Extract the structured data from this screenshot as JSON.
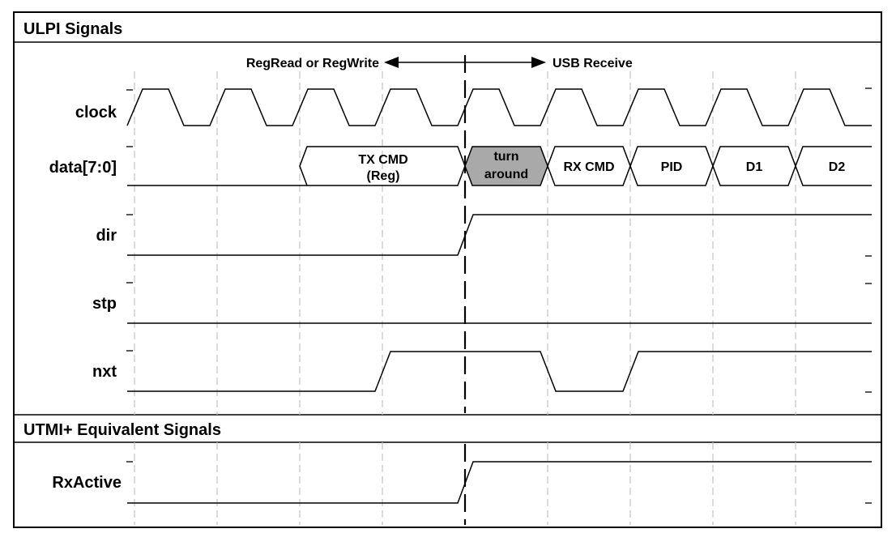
{
  "headers": {
    "ulpi": "ULPI Signals",
    "utmi": "UTMI+ Equivalent Signals"
  },
  "annotations": {
    "left": "RegRead or RegWrite",
    "right": "USB Receive"
  },
  "signals": {
    "clock": "clock",
    "data": "data[7:0]",
    "dir": "dir",
    "stp": "stp",
    "nxt": "nxt",
    "rxactive": "RxActive"
  },
  "data_bus": {
    "tx_cmd": [
      "TX CMD",
      "(Reg)"
    ],
    "turnaround": [
      "turn",
      "around"
    ],
    "rx_cmd": "RX CMD",
    "pid": "PID",
    "d1": "D1",
    "d2": "D2"
  },
  "colors": {
    "turnaround_fill": "#a9a9a9",
    "grid": "#c4c4c4",
    "line": "#000000"
  }
}
